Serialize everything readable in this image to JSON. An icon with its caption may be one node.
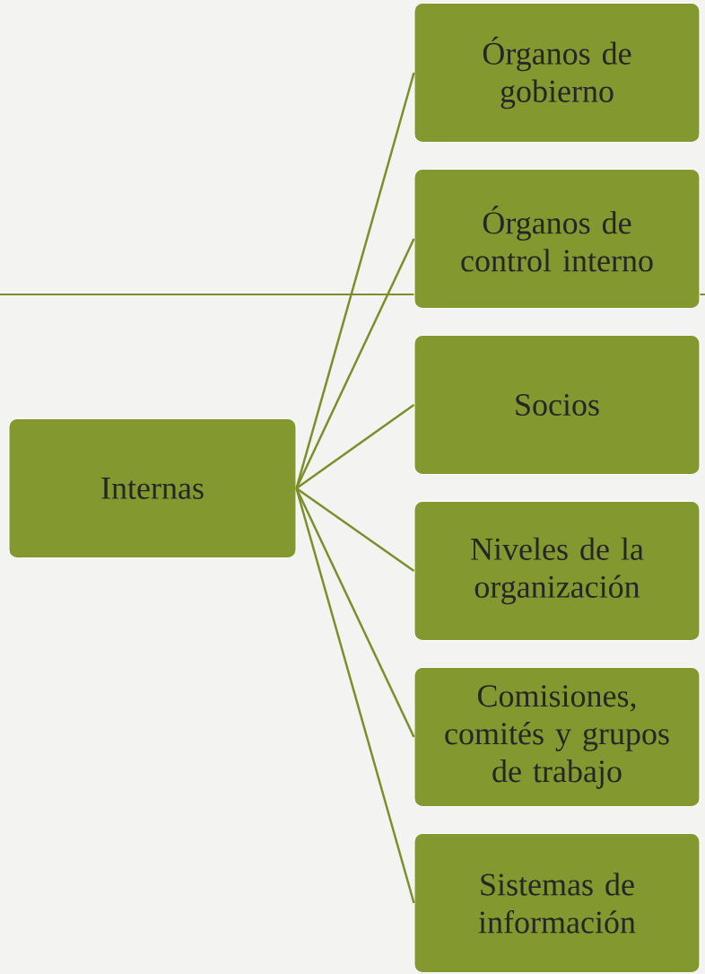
{
  "diagram": {
    "nodes": [
      {
        "text": [
          "Internas"
        ]
      },
      {
        "text": [
          "Órganos de gobierno"
        ]
      },
      {
        "text": [
          "Órganos de control interno"
        ]
      },
      {
        "text": [
          "Socios"
        ]
      },
      {
        "text": [
          "Niveles de la organización"
        ]
      },
      {
        "text": [
          "Comisiones, comités y grupos de trabajo"
        ]
      },
      {
        "text": [
          "Sistemas de información"
        ]
      }
    ],
    "edges": [
      {
        "from": 0,
        "to": 1,
        "arrow": "none"
      },
      {
        "from": 0,
        "to": 2,
        "arrow": "none"
      },
      {
        "from": 0,
        "to": 3,
        "arrow": "none"
      },
      {
        "from": 0,
        "to": 4,
        "arrow": "none"
      },
      {
        "from": 0,
        "to": 5,
        "arrow": "none"
      },
      {
        "from": 0,
        "to": 6,
        "arrow": "none"
      }
    ]
  }
}
